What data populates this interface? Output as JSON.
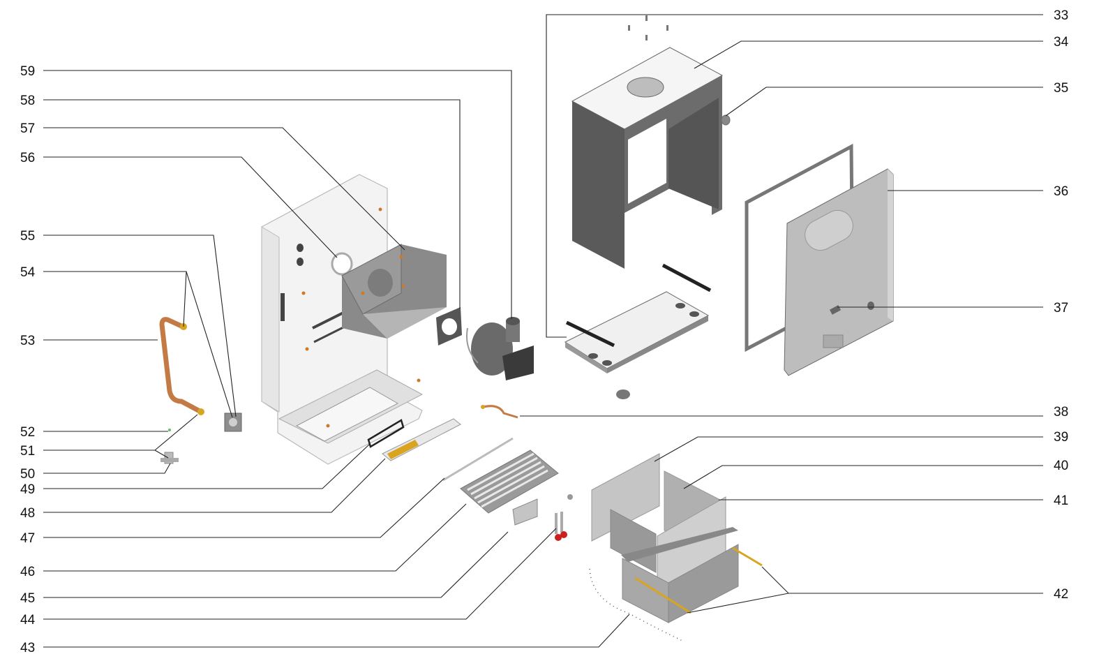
{
  "diagram": {
    "type": "exploded-parts-view",
    "callouts": [
      {
        "label": "33",
        "side": "right"
      },
      {
        "label": "34",
        "side": "right"
      },
      {
        "label": "35",
        "side": "right"
      },
      {
        "label": "36",
        "side": "right"
      },
      {
        "label": "37",
        "side": "right"
      },
      {
        "label": "38",
        "side": "right"
      },
      {
        "label": "39",
        "side": "right"
      },
      {
        "label": "40",
        "side": "right"
      },
      {
        "label": "41",
        "side": "right"
      },
      {
        "label": "42",
        "side": "right"
      },
      {
        "label": "43",
        "side": "left"
      },
      {
        "label": "44",
        "side": "left"
      },
      {
        "label": "45",
        "side": "left"
      },
      {
        "label": "46",
        "side": "left"
      },
      {
        "label": "47",
        "side": "left"
      },
      {
        "label": "48",
        "side": "left"
      },
      {
        "label": "49",
        "side": "left"
      },
      {
        "label": "50",
        "side": "left"
      },
      {
        "label": "51",
        "side": "left"
      },
      {
        "label": "52",
        "side": "left"
      },
      {
        "label": "53",
        "side": "left"
      },
      {
        "label": "54",
        "side": "left"
      },
      {
        "label": "55",
        "side": "left"
      },
      {
        "label": "56",
        "side": "left"
      },
      {
        "label": "57",
        "side": "left"
      },
      {
        "label": "58",
        "side": "left"
      },
      {
        "label": "59",
        "side": "left"
      }
    ],
    "colors": {
      "panel_light": "#f2f2f2",
      "panel_mid": "#a8a8a8",
      "panel_dark": "#5c5c5c",
      "copper": "#c47a45",
      "brass": "#d9a520",
      "red": "#cc2020",
      "leader": "#222222"
    }
  }
}
